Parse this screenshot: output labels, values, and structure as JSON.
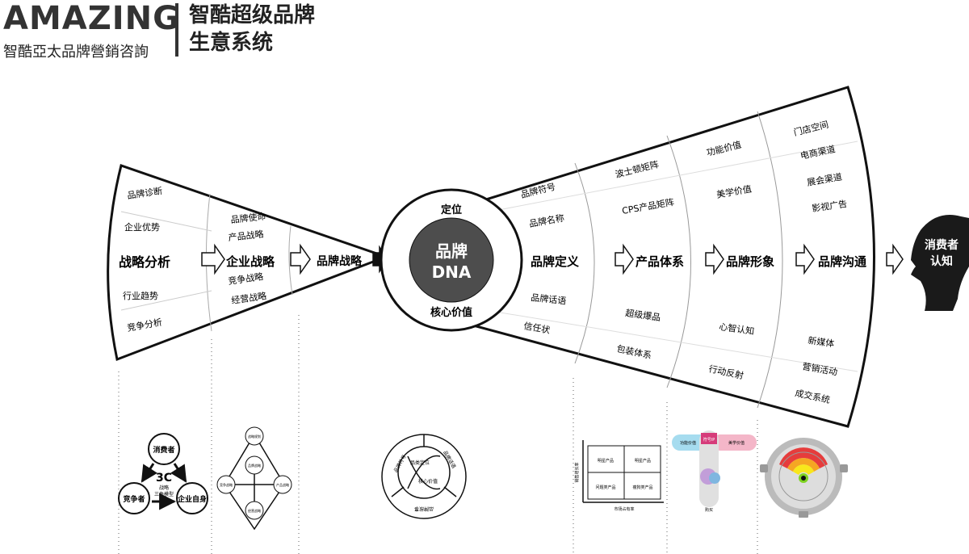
{
  "header": {
    "brand": "AMAZING",
    "subtitle": "智酷亞太品牌營銷咨詢",
    "title_line1": "智酷超级品牌",
    "title_line2": "生意系统"
  },
  "left_fan": {
    "top_items": [
      "品牌诊断",
      "企业优势"
    ],
    "bottom_items": [
      "行业趋势",
      "竞争分析"
    ],
    "stage1": "战略分析",
    "stage2": "企业战略",
    "stage2_top": [
      "品牌使命",
      "产品战略"
    ],
    "stage2_bottom": [
      "竞争战略",
      "经营战略"
    ],
    "stage3": "品牌战略"
  },
  "core": {
    "top": "定位",
    "center_line1": "品牌",
    "center_line2": "DNA",
    "bottom": "核心价值"
  },
  "right_fan": {
    "stages": [
      "品牌定义",
      "产品体系",
      "品牌形象",
      "品牌沟通"
    ],
    "col1_top": [
      "品牌符号",
      "品牌名称"
    ],
    "col1_bottom": [
      "品牌话语",
      "信任状"
    ],
    "col2_top": [
      "波士顿矩阵",
      "CPS产品矩阵"
    ],
    "col2_bottom": [
      "超级爆品",
      "包装体系"
    ],
    "col3_top": [
      "功能价值",
      "美学价值"
    ],
    "col3_bottom": [
      "心智认知",
      "行动反射"
    ],
    "col4_top": [
      "门店空间",
      "电商渠道",
      "展会渠道",
      "影视广告"
    ],
    "col4_bottom": [
      "新媒体",
      "营销活动",
      "成交系统"
    ]
  },
  "consumer": {
    "line1": "消费者",
    "line2": "认知"
  },
  "models": {
    "c3": {
      "center": "3C",
      "center_sub1": "战略",
      "center_sub2": "三角模型",
      "nodes": [
        "消费者",
        "竞争者",
        "企业自身"
      ]
    },
    "strategy_triangle": {
      "top": "战略规划",
      "left": "竞争战略",
      "right": "产品战略",
      "bottom": "经营战略",
      "center": "品牌战略"
    },
    "dna_wheel": {
      "left": "品牌符号",
      "right": "品牌话语",
      "bottom": "品牌故事",
      "center1": "品类定位",
      "center2": "核心价值"
    },
    "matrix": {
      "cells": [
        "明星产品",
        "明星产品",
        "问题类产品",
        "瘦狗类产品"
      ],
      "xlabel": "市场占有率",
      "ylabel": "销售增长率"
    },
    "tmodel": {
      "top": "符号IP",
      "left": "功能价值",
      "right": "美学价值",
      "bottom": "购买"
    }
  },
  "colors": {
    "core_fill": "#4d4d4d",
    "line": "#111111"
  }
}
